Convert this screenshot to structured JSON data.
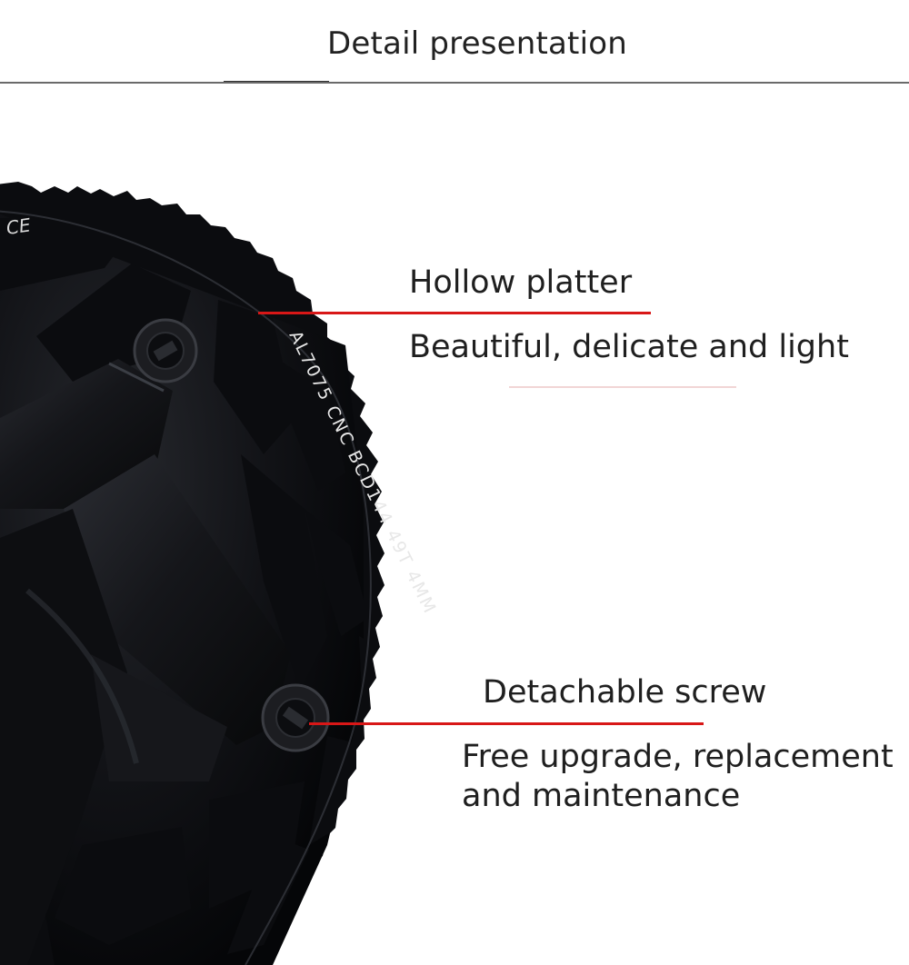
{
  "header": {
    "title": "Detail presentation"
  },
  "image": {
    "subject": "black bicycle chainring with crank arm",
    "engraving": "AL7075 CNC BCD144 49T 4MM",
    "partial_logo": "CE"
  },
  "callouts": {
    "hollow": {
      "title": "Hollow platter",
      "description": "Beautiful, delicate and light"
    },
    "screw": {
      "title": "Detachable screw",
      "description_line1": "Free upgrade, replacement",
      "description_line2": "and maintenance"
    }
  },
  "colors": {
    "accent_line": "#d81717",
    "chainring": "#0e0f12",
    "text": "#1f1f1f"
  }
}
